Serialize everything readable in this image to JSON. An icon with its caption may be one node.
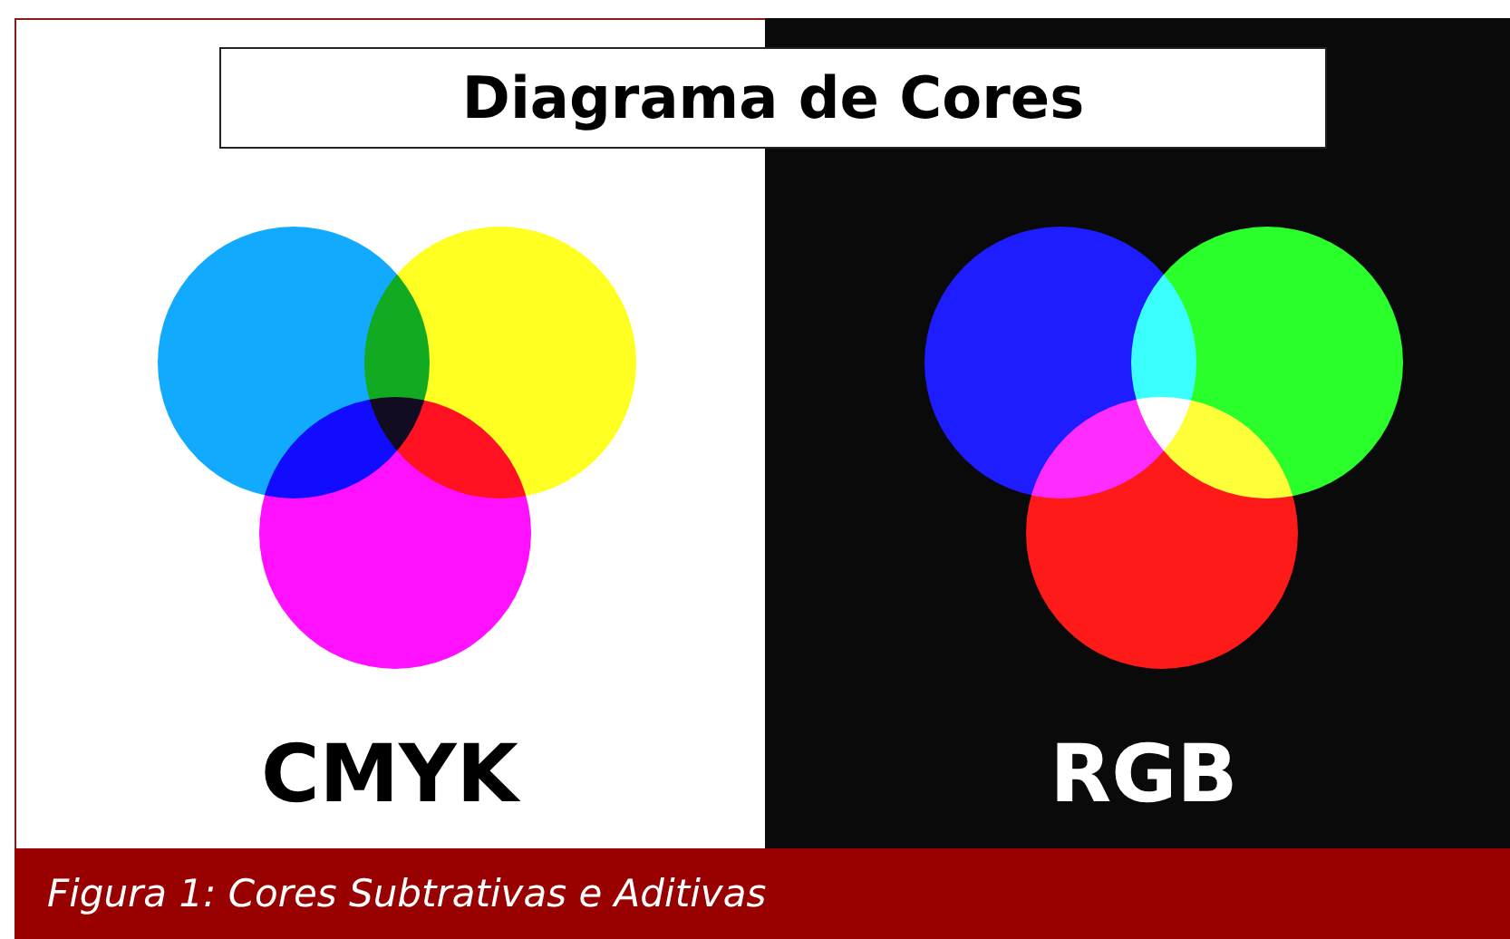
{
  "diagram": {
    "title": "Diagrama de Cores",
    "labels": [
      "CMYK",
      "RGB"
    ],
    "caption": "Figura 1: Cores Subtrativas e Aditivas"
  }
}
